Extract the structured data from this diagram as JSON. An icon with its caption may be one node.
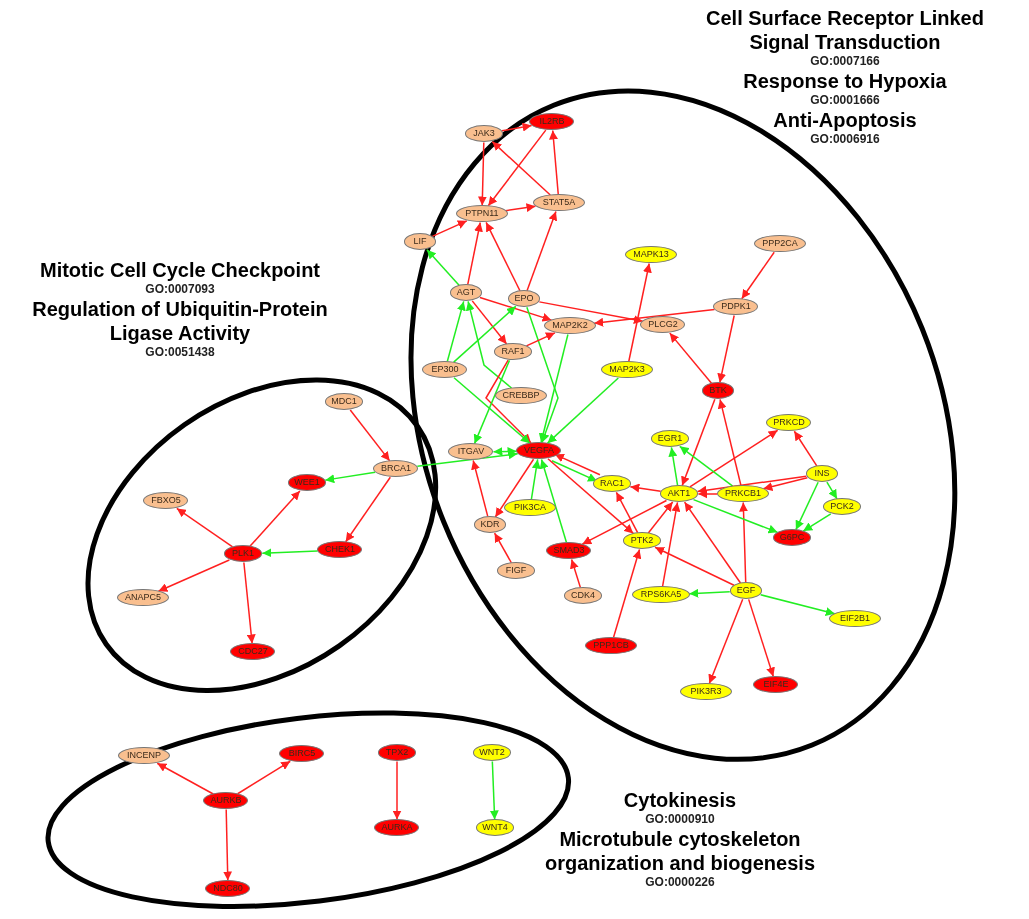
{
  "diagram": {
    "nodes": [
      {
        "text": [
          "Cell Surface Receptor Linked Signal Transduction",
          "GO:0007166",
          "Response to Hypoxia",
          "GO:0001666",
          "Anti-Apoptosis",
          "GO:0006916"
        ]
      },
      {
        "text": [
          "JAK3"
        ],
        "in": 0
      },
      {
        "text": [
          "IL2RB"
        ],
        "in": 0
      },
      {
        "text": [
          "PTPN11"
        ],
        "in": 0
      },
      {
        "text": [
          "STAT5A"
        ],
        "in": 0
      },
      {
        "text": [
          "LIF"
        ],
        "in": 0
      },
      {
        "text": [
          "AGT"
        ],
        "in": 0
      },
      {
        "text": [
          "EPO"
        ],
        "in": 0
      },
      {
        "text": [
          "MAPK13"
        ],
        "in": 0
      },
      {
        "text": [
          "PPP2CA"
        ],
        "in": 0
      },
      {
        "text": [
          "PDPK1"
        ],
        "in": 0
      },
      {
        "text": [
          "MAP2K2"
        ],
        "in": 0
      },
      {
        "text": [
          "PLCG2"
        ],
        "in": 0
      },
      {
        "text": [
          "RAF1"
        ],
        "in": 0
      },
      {
        "text": [
          "EP300"
        ],
        "in": 0
      },
      {
        "text": [
          "MAP2K3"
        ],
        "in": 0
      },
      {
        "text": [
          "CREBBP"
        ],
        "in": 0
      },
      {
        "text": [
          "BTK"
        ],
        "in": 0
      },
      {
        "text": [
          "PRKCD"
        ],
        "in": 0
      },
      {
        "text": [
          "EGR1"
        ],
        "in": 0
      },
      {
        "text": [
          "ITGAV"
        ],
        "in": 0
      },
      {
        "text": [
          "VEGFA"
        ],
        "in": 0
      },
      {
        "text": [
          "INS"
        ],
        "in": 0
      },
      {
        "text": [
          "RAC1"
        ],
        "in": 0
      },
      {
        "text": [
          "AKT1"
        ],
        "in": 0
      },
      {
        "text": [
          "PRKCB1"
        ],
        "in": 0
      },
      {
        "text": [
          "PCK2"
        ],
        "in": 0
      },
      {
        "text": [
          "PIK3CA"
        ],
        "in": 0
      },
      {
        "text": [
          "KDR"
        ],
        "in": 0
      },
      {
        "text": [
          "G6PC"
        ],
        "in": 0
      },
      {
        "text": [
          "SMAD3"
        ],
        "in": 0
      },
      {
        "text": [
          "PTK2"
        ],
        "in": 0
      },
      {
        "text": [
          "FIGF"
        ],
        "in": 0
      },
      {
        "text": [
          "CDK4"
        ],
        "in": 0
      },
      {
        "text": [
          "RPS6KA5"
        ],
        "in": 0
      },
      {
        "text": [
          "EGF"
        ],
        "in": 0
      },
      {
        "text": [
          "EIF2B1"
        ],
        "in": 0
      },
      {
        "text": [
          "PPP1CB"
        ],
        "in": 0
      },
      {
        "text": [
          "PIK3R3"
        ],
        "in": 0
      },
      {
        "text": [
          "EIF4E"
        ],
        "in": 0
      },
      {
        "text": [
          "Mitotic Cell Cycle Checkpoint",
          "GO:0007093",
          "Regulation of Ubiquitin-Protein Ligase Activity",
          "GO:0051438"
        ]
      },
      {
        "text": [
          "MDC1"
        ],
        "in": 40
      },
      {
        "text": [
          "BRCA1"
        ],
        "in": 40
      },
      {
        "text": [
          "WEE1"
        ],
        "in": 40
      },
      {
        "text": [
          "FBXO5"
        ],
        "in": 40
      },
      {
        "text": [
          "PLK1"
        ],
        "in": 40
      },
      {
        "text": [
          "CHEK1"
        ],
        "in": 40
      },
      {
        "text": [
          "ANAPC5"
        ],
        "in": 40
      },
      {
        "text": [
          "CDC27"
        ],
        "in": 40
      },
      {
        "text": [
          "Cytokinesis",
          "GO:0000910",
          "Microtubule cytoskeleton organization and biogenesis",
          "GO:0000226"
        ]
      },
      {
        "text": [
          "INCENP"
        ],
        "in": 49
      },
      {
        "text": [
          "BIRC5"
        ],
        "in": 49
      },
      {
        "text": [
          "AURKB"
        ],
        "in": 49
      },
      {
        "text": [
          "NDC80"
        ],
        "in": 49
      },
      {
        "text": [
          "TPX2"
        ],
        "in": 49
      },
      {
        "text": [
          "AURKA"
        ],
        "in": 49
      },
      {
        "text": [
          "WNT2"
        ],
        "in": 49
      },
      {
        "text": [
          "WNT4"
        ],
        "in": 49
      }
    ],
    "edges": [
      {
        "from": 1,
        "to": 2,
        "arrow": "to"
      },
      {
        "from": 1,
        "to": 3,
        "arrow": "to"
      },
      {
        "from": 2,
        "to": 3,
        "arrow": "to"
      },
      {
        "from": 4,
        "to": 1,
        "arrow": "to"
      },
      {
        "from": 4,
        "to": 2,
        "arrow": "to"
      },
      {
        "from": 3,
        "to": 4,
        "arrow": "to"
      },
      {
        "from": 5,
        "to": 3,
        "arrow": "to"
      },
      {
        "from": 6,
        "to": 5,
        "arrow": "to",
        "color": "#22ee22"
      },
      {
        "from": 6,
        "to": 3,
        "arrow": "to"
      },
      {
        "from": 7,
        "to": 3,
        "arrow": "to"
      },
      {
        "from": 7,
        "to": 4,
        "arrow": "to"
      },
      {
        "from": 7,
        "to": 12,
        "arrow": "to"
      },
      {
        "from": 6,
        "to": 11,
        "arrow": "to"
      },
      {
        "from": 10,
        "to": 11,
        "arrow": "to"
      },
      {
        "from": 15,
        "to": 8,
        "arrow": "to"
      },
      {
        "from": 9,
        "to": 10,
        "arrow": "to"
      },
      {
        "from": 10,
        "to": 17,
        "arrow": "to"
      },
      {
        "from": 17,
        "to": 12,
        "arrow": "to"
      },
      {
        "from": 6,
        "to": 13,
        "arrow": "to"
      },
      {
        "from": 14,
        "to": 6,
        "arrow": "to",
        "color": "#22ee22"
      },
      {
        "from": 16,
        "to": 6,
        "arrow": "to",
        "color": "#22ee22"
      },
      {
        "from": 14,
        "to": 7,
        "arrow": "to",
        "color": "#22ee22"
      },
      {
        "from": 7,
        "to": 21,
        "arrow": "to",
        "color": "#22ee22"
      },
      {
        "from": 13,
        "to": 11,
        "arrow": "to"
      },
      {
        "from": 13,
        "to": 21,
        "arrow": "to"
      },
      {
        "from": 13,
        "to": 20,
        "arrow": "to",
        "color": "#22ee22"
      },
      {
        "from": 11,
        "to": 21,
        "arrow": "to",
        "color": "#22ee22"
      },
      {
        "from": 14,
        "to": 21,
        "arrow": "to",
        "color": "#22ee22"
      },
      {
        "from": 15,
        "to": 21,
        "arrow": "to",
        "color": "#22ee22"
      },
      {
        "from": 17,
        "to": 24,
        "arrow": "to"
      },
      {
        "from": 25,
        "to": 17,
        "arrow": "to"
      },
      {
        "from": 24,
        "to": 18,
        "arrow": "to"
      },
      {
        "from": 22,
        "to": 18,
        "arrow": "to"
      },
      {
        "from": 24,
        "to": 19,
        "arrow": "to",
        "color": "#22ee22"
      },
      {
        "from": 25,
        "to": 19,
        "arrow": "to",
        "color": "#22ee22"
      },
      {
        "from": 22,
        "to": 24,
        "arrow": "to"
      },
      {
        "from": 22,
        "to": 25,
        "arrow": "to"
      },
      {
        "from": 25,
        "to": 24,
        "arrow": "to"
      },
      {
        "from": 24,
        "to": 23,
        "arrow": "to"
      },
      {
        "from": 23,
        "to": 21,
        "arrow": "to"
      },
      {
        "from": 21,
        "to": 23,
        "arrow": "to",
        "color": "#22ee22"
      },
      {
        "from": 20,
        "to": 21,
        "arrow": "both",
        "color": "#22ee22"
      },
      {
        "from": 42,
        "to": 21,
        "arrow": "to",
        "color": "#22ee22"
      },
      {
        "from": 27,
        "to": 21,
        "arrow": "to",
        "color": "#22ee22"
      },
      {
        "from": 30,
        "to": 21,
        "arrow": "to",
        "color": "#22ee22"
      },
      {
        "from": 21,
        "to": 28,
        "arrow": "to"
      },
      {
        "from": 32,
        "to": 28,
        "arrow": "to"
      },
      {
        "from": 28,
        "to": 20,
        "arrow": "to"
      },
      {
        "from": 21,
        "to": 31,
        "arrow": "to"
      },
      {
        "from": 24,
        "to": 30,
        "arrow": "to"
      },
      {
        "from": 33,
        "to": 30,
        "arrow": "to"
      },
      {
        "from": 31,
        "to": 24,
        "arrow": "to"
      },
      {
        "from": 31,
        "to": 23,
        "arrow": "to"
      },
      {
        "from": 34,
        "to": 24,
        "arrow": "to"
      },
      {
        "from": 35,
        "to": 24,
        "arrow": "to"
      },
      {
        "from": 35,
        "to": 31,
        "arrow": "to"
      },
      {
        "from": 35,
        "to": 25,
        "arrow": "to"
      },
      {
        "from": 35,
        "to": 34,
        "arrow": "to",
        "color": "#22ee22"
      },
      {
        "from": 35,
        "to": 36,
        "arrow": "to",
        "color": "#22ee22"
      },
      {
        "from": 35,
        "to": 38,
        "arrow": "to"
      },
      {
        "from": 35,
        "to": 39,
        "arrow": "to"
      },
      {
        "from": 37,
        "to": 31,
        "arrow": "to"
      },
      {
        "from": 24,
        "to": 29,
        "arrow": "to",
        "color": "#22ee22"
      },
      {
        "from": 22,
        "to": 29,
        "arrow": "to",
        "color": "#22ee22"
      },
      {
        "from": 26,
        "to": 29,
        "arrow": "to",
        "color": "#22ee22"
      },
      {
        "from": 22,
        "to": 26,
        "arrow": "to",
        "color": "#22ee22"
      },
      {
        "from": 41,
        "to": 42,
        "arrow": "to"
      },
      {
        "from": 42,
        "to": 43,
        "arrow": "to",
        "color": "#22ee22"
      },
      {
        "from": 42,
        "to": 46,
        "arrow": "to"
      },
      {
        "from": 46,
        "to": 45,
        "arrow": "to",
        "color": "#22ee22"
      },
      {
        "from": 45,
        "to": 43,
        "arrow": "to"
      },
      {
        "from": 45,
        "to": 44,
        "arrow": "to"
      },
      {
        "from": 45,
        "to": 47,
        "arrow": "to"
      },
      {
        "from": 45,
        "to": 48,
        "arrow": "to"
      },
      {
        "from": 52,
        "to": 50,
        "arrow": "to"
      },
      {
        "from": 52,
        "to": 51,
        "arrow": "to"
      },
      {
        "from": 52,
        "to": 53,
        "arrow": "to"
      },
      {
        "from": 54,
        "to": 55,
        "arrow": "to"
      },
      {
        "from": 56,
        "to": 57,
        "arrow": "to",
        "color": "#22ee22"
      }
    ]
  }
}
